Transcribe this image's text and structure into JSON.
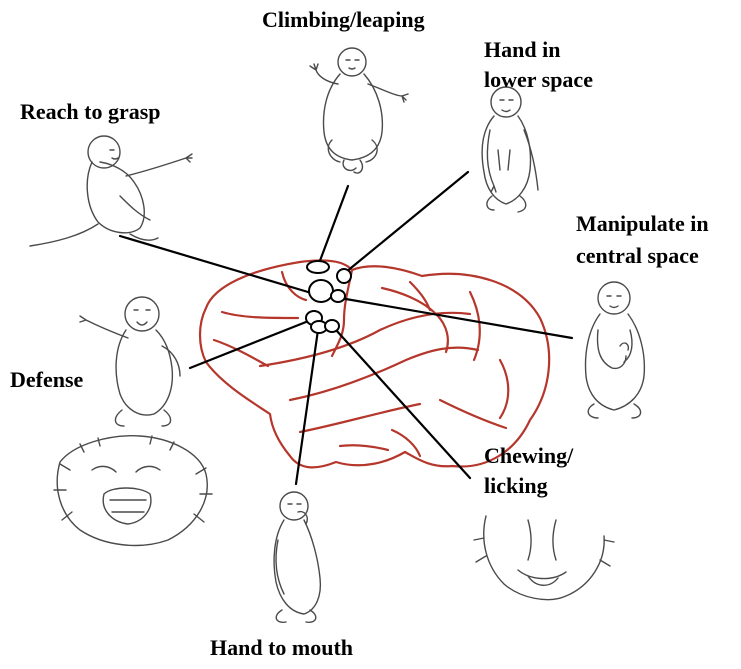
{
  "labels": {
    "climbing": "Climbing/leaping",
    "hand_lower_1": "Hand in",
    "hand_lower_2": "lower space",
    "reach": "Reach to grasp",
    "manipulate_1": "Manipulate in",
    "manipulate_2": "central space",
    "defense": "Defense",
    "chewing_1": "Chewing/",
    "chewing_2": "licking",
    "hand_mouth": "Hand to mouth"
  },
  "colors": {
    "brain_outline": "#b5372c",
    "ink": "#000000",
    "sketch": "#4a4a4a"
  },
  "figures": [
    "climbing-monkey",
    "hand-lower-space-monkey",
    "reaching-monkey",
    "manipulating-monkey",
    "defensive-monkey",
    "grimacing-face",
    "licking-face",
    "hand-to-mouth-monkey"
  ]
}
